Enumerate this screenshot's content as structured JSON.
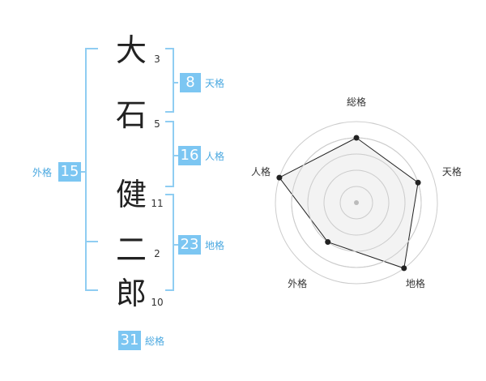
{
  "name": {
    "chars": [
      {
        "char": "大",
        "strokes": "3"
      },
      {
        "char": "石",
        "strokes": "5"
      },
      {
        "char": "健",
        "strokes": "11"
      },
      {
        "char": "二",
        "strokes": "2"
      },
      {
        "char": "郎",
        "strokes": "10"
      }
    ]
  },
  "scores": {
    "tenkaku": {
      "value": "8",
      "label": "天格"
    },
    "jinkaku": {
      "value": "16",
      "label": "人格"
    },
    "chikaku": {
      "value": "23",
      "label": "地格"
    },
    "gaikaku": {
      "value": "15",
      "label": "外格"
    },
    "soukaku": {
      "value": "31",
      "label": "総格"
    }
  },
  "chart_data": {
    "type": "radar",
    "axes": [
      "総格",
      "天格",
      "地格",
      "外格",
      "人格"
    ],
    "values": [
      4,
      4,
      5,
      3,
      5
    ],
    "max": 5,
    "rings": 5,
    "colors": {
      "fill": "#f1f1f1",
      "line": "#222222",
      "ring": "#cccccc",
      "center": "#bbbbbb"
    }
  },
  "colors": {
    "accent": "#7cc6f2",
    "accent_text": "#4aa8e0"
  }
}
